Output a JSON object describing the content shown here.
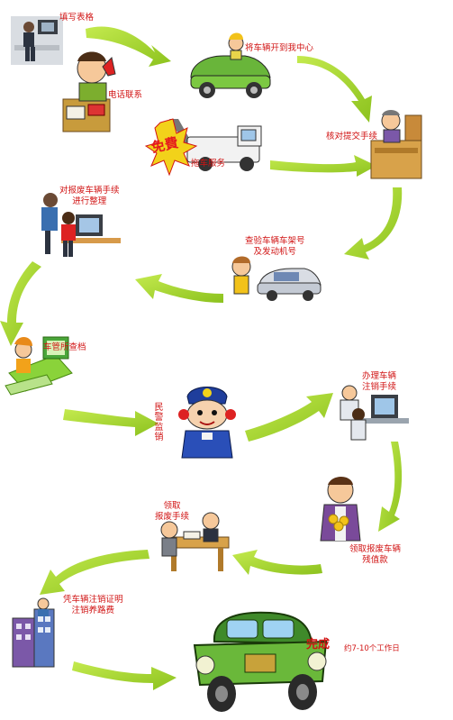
{
  "colors": {
    "arrow": "#a6d82a",
    "arrow_shade": "#7fb41c",
    "label_text": "#d11414",
    "free_badge": "#e51c1c"
  },
  "steps": [
    {
      "id": "fill-form",
      "label": "填写表格",
      "icon": "person-at-computer-icon"
    },
    {
      "id": "phone-contact",
      "label": "电话联系",
      "icon": "person-on-phone-icon"
    },
    {
      "id": "drive-to-center",
      "label": "将车辆开到我中心",
      "icon": "car-with-driver-icon"
    },
    {
      "id": "towing-service",
      "label": "拖车服务",
      "icon": "tow-truck-icon",
      "badge": "免費"
    },
    {
      "id": "verify-documents",
      "label": "核对提交手续",
      "icon": "clerk-at-desk-icon"
    },
    {
      "id": "inspect-vehicle",
      "label_lines": [
        "查验车辆车架号",
        "及发动机号"
      ],
      "icon": "inspector-with-car-icon"
    },
    {
      "id": "organize-procedures",
      "label_lines": [
        "对报废车辆手续",
        "进行整理"
      ],
      "icon": "office-workers-icon"
    },
    {
      "id": "archive-check",
      "label": "车管所查档",
      "icon": "archive-computer-icon"
    },
    {
      "id": "police-cancel",
      "label": "民警监销",
      "icon": "police-officer-icon"
    },
    {
      "id": "cancel-registration",
      "label_lines": [
        "办理车辆",
        "注销手续"
      ],
      "icon": "staff-at-computers-icon"
    },
    {
      "id": "receive-payment",
      "label_lines": [
        "领取报废车辆",
        "残值款"
      ],
      "icon": "man-with-money-icon"
    },
    {
      "id": "receive-documents",
      "label_lines": [
        "领取",
        "报废手续"
      ],
      "icon": "people-at-table-icon"
    },
    {
      "id": "certificate-fee",
      "label_lines": [
        "凭车辆注销证明",
        "注销养路费"
      ],
      "icon": "office-buildings-icon"
    },
    {
      "id": "complete",
      "label": "完成",
      "note": "约7-10个工作日",
      "icon": "cartoon-car-icon"
    }
  ]
}
